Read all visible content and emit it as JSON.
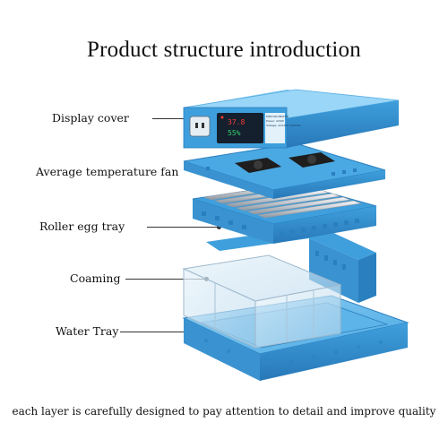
{
  "title": "Product structure introduction",
  "labels": [
    {
      "id": "display-cover",
      "text": "Display cover"
    },
    {
      "id": "temperature-fan",
      "text": "Average temperature fan"
    },
    {
      "id": "roller-egg-tray",
      "text": "Roller egg tray"
    },
    {
      "id": "coaming",
      "text": "Coaming"
    },
    {
      "id": "water-tray",
      "text": "Water Tray"
    }
  ],
  "panel": {
    "brand": "MINI INCUBATOR",
    "power": "Power: 220W",
    "voltage": "Voltage: AC220V 50/60Hz"
  },
  "caption": "each layer is carefully designed to pay attention to detail and improve quality",
  "colors": {
    "blue": "#3f9fdc",
    "blue_dark": "#2a7fbf",
    "blue_light": "#7cc4ef",
    "display_bg": "#14202e",
    "display_red": "#ff3b30",
    "display_green": "#35d36b"
  }
}
